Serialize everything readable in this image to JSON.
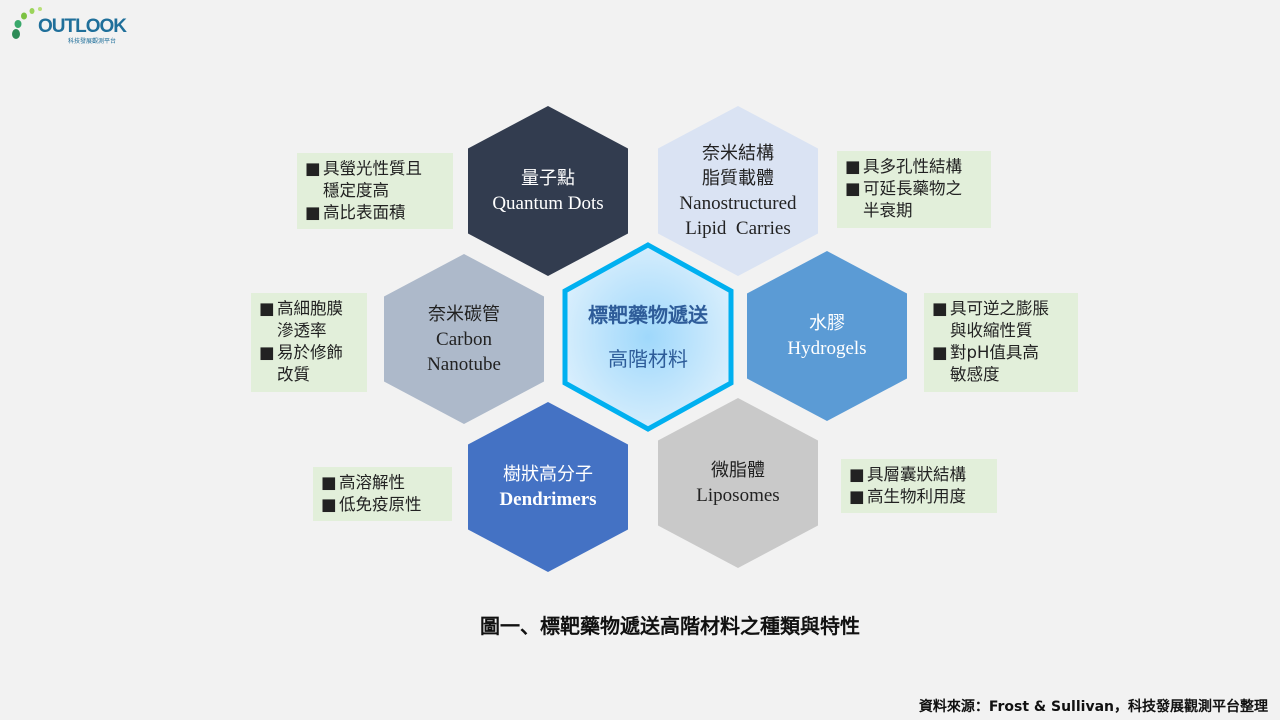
{
  "logo": {
    "word": "OUTLOOK",
    "subtitle": "科技發展觀測平台"
  },
  "colors": {
    "quantum": "#323c4f",
    "nano": "#dae3f3",
    "carbon": "#adb9ca",
    "hydro": "#5b9bd5",
    "dendri": "#4472c4",
    "lipo": "#c9c9c9",
    "center_border": "#00b0f0",
    "box_bg": "#e2efda"
  },
  "center": {
    "line1": "標靶藥物遞送",
    "line2": "高階材料"
  },
  "hexes": {
    "quantum": {
      "zh": "量子點",
      "en": "Quantum Dots"
    },
    "nano": {
      "zh1": "奈米結構",
      "zh2": "脂質載體",
      "en1": "Nanostructured",
      "en2": "Lipid  Carries"
    },
    "carbon": {
      "zh": "奈米碳管",
      "en1": "Carbon",
      "en2": "Nanotube"
    },
    "hydro": {
      "zh": "水膠",
      "en": "Hydrogels"
    },
    "dendri": {
      "zh": "樹狀高分子",
      "en": "Dendrimers"
    },
    "lipo": {
      "zh": "微脂體",
      "en": "Liposomes"
    }
  },
  "boxes": {
    "quantum": [
      [
        "具螢光性質且",
        "穩定度高"
      ],
      [
        "高比表面積"
      ]
    ],
    "nano": [
      [
        "具多孔性結構"
      ],
      [
        "可延長藥物之",
        "半衰期"
      ]
    ],
    "carbon": [
      [
        "高細胞膜",
        "滲透率"
      ],
      [
        "易於修飾",
        "改質"
      ]
    ],
    "hydro": [
      [
        "具可逆之膨脹",
        "與收縮性質"
      ],
      [
        "對pH值具高",
        "敏感度"
      ]
    ],
    "dendri": [
      [
        "高溶解性"
      ],
      [
        "低免疫原性"
      ]
    ],
    "lipo": [
      [
        "具層囊狀結構"
      ],
      [
        "高生物利用度"
      ]
    ]
  },
  "bullet_symbol": "■",
  "caption": "圖一、標靶藥物遞送高階材料之種類與特性",
  "source": "資料來源：Frost & Sullivan，科技發展觀測平台整理"
}
